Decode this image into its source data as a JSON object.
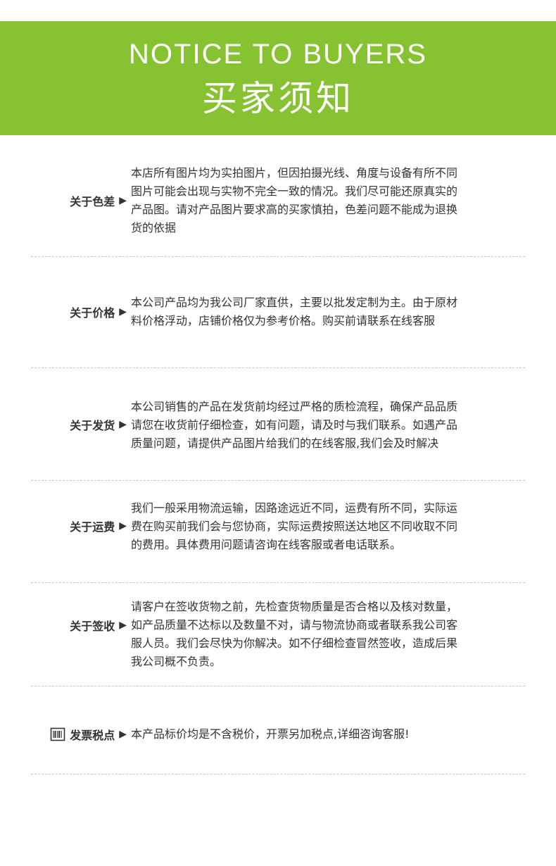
{
  "header": {
    "title_en": "NOTICE TO BUYERS",
    "title_cn": "买家须知",
    "color": "#87c232"
  },
  "sections": [
    {
      "label": "关于色差",
      "arrow": "▶",
      "lines": [
        "本店所有图片均为实拍图片，但因拍摄光线、角度与设备有所不同",
        "图片可能会出现与实物不完全一致的情况。我们尽可能还原真实的",
        "产品图。请对产品图片要求高的买家慎拍，色差问题不能成为退换",
        "货的依据"
      ]
    },
    {
      "label": "关于价格",
      "arrow": "▶",
      "lines": [
        "本公司产品均为我公司厂家直供，主要以批发定制为主。由于原材",
        "料价格浮动，店铺价格仅为参考价格。购买前请联系在线客服"
      ]
    },
    {
      "label": "关于发货",
      "arrow": "▶",
      "lines": [
        "本公司销售的产品在发货前均经过严格的质检流程，确保产品品质",
        "请您在收货前仔细检查，如有问题，请及时与我们联系。如遇产品",
        "质量问题，请提供产品图片给我们的在线客服,我们会及时解决"
      ]
    },
    {
      "label": "关于运费",
      "arrow": "▶",
      "lines": [
        "我们一般采用物流运输，因路途远近不同，运费有所不同，实际运",
        "费在购买前我们会与您协商，实际运费按照送达地区不同收取不同",
        "的费用。具体费用问题请咨询在线客服或者电话联系。"
      ]
    },
    {
      "label": "关于签收",
      "arrow": "▶",
      "lines": [
        "请客户在签收货物之前，先检查货物质量是否合格以及核对数量，",
        "如产品质量不达标以及数量不对，请与物流协商或者联系我公司客",
        "服人员。我们会尽快为你解决。如不仔细检查冒然签收，造成后果",
        "我公司概不负责。"
      ]
    },
    {
      "label": "发票税点",
      "arrow": "▶",
      "icon": "receipt-icon",
      "lines": [
        "本产品标价均是不含税价，开票另加税点,详细咨询客服!"
      ]
    }
  ]
}
